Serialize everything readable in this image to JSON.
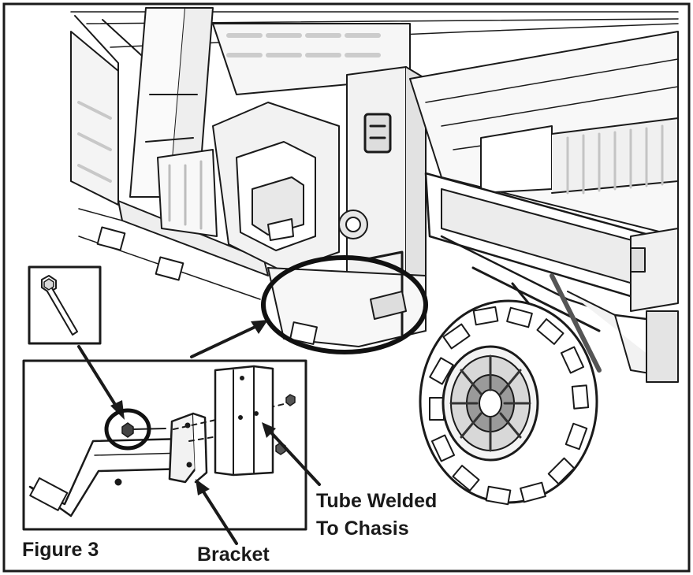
{
  "figure": {
    "caption": "Figure 3",
    "callouts": {
      "bracket": "Bracket",
      "tube_line1": "Tube Welded",
      "tube_line2": "To Chasis"
    }
  },
  "colors": {
    "line": "#1a1a1a",
    "background": "#ffffff"
  },
  "icons": [
    "bolt-icon",
    "nut-icon"
  ]
}
